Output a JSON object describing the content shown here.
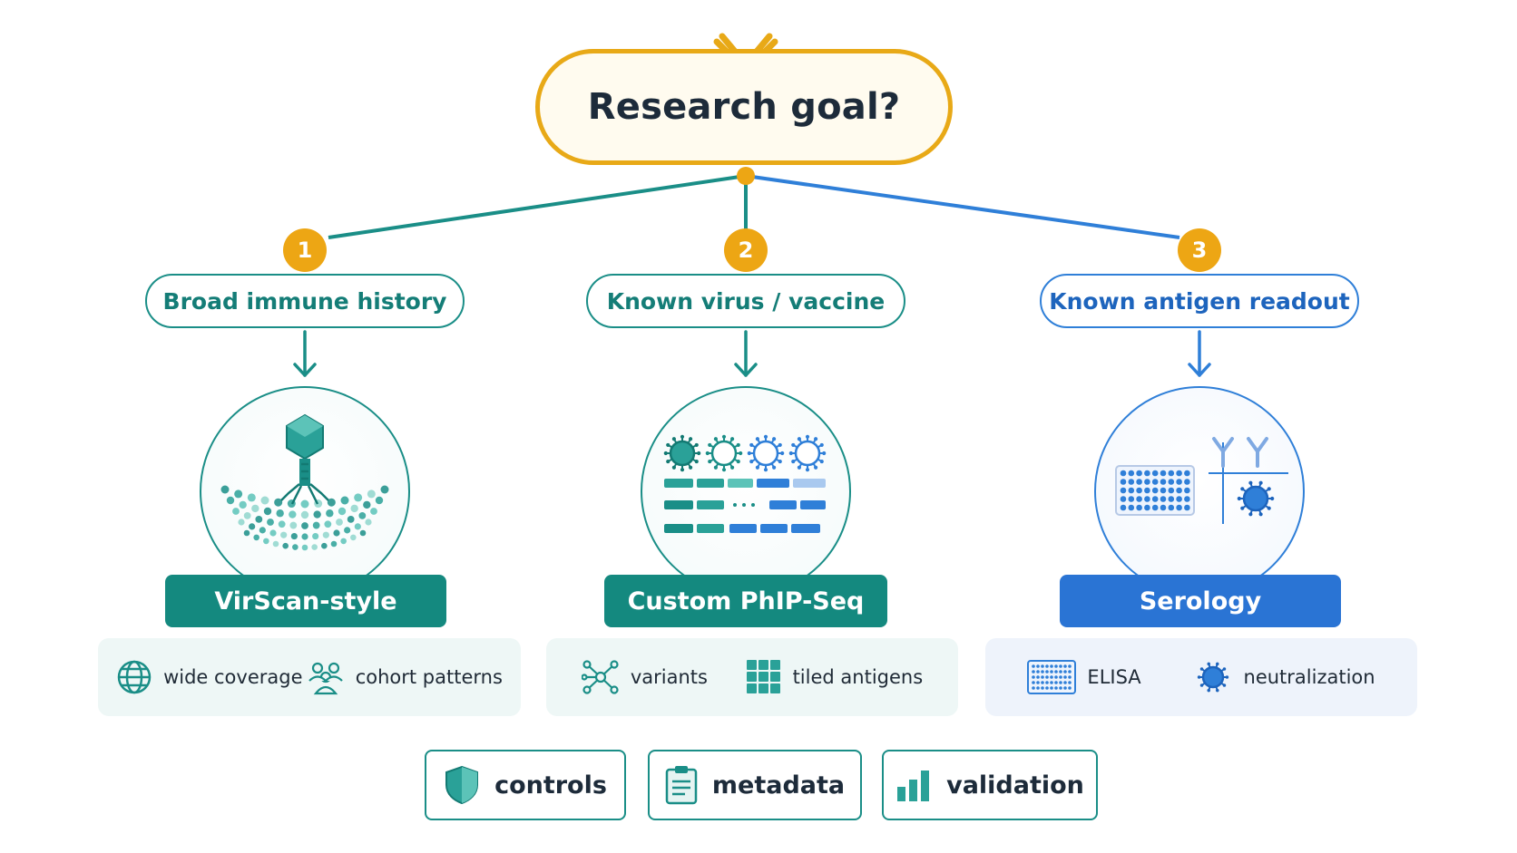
{
  "root": {
    "label": "Research goal?",
    "icon": "antibody-icon",
    "color": "#e8a917"
  },
  "branches": [
    {
      "step": "1",
      "goal": "Broad immune history",
      "illustration": "phage-icon",
      "method": "VirScan-style",
      "features": [
        {
          "icon": "globe-icon",
          "label": "wide coverage"
        },
        {
          "icon": "people-group-icon",
          "label": "cohort patterns"
        }
      ],
      "color": "#1a8e87"
    },
    {
      "step": "2",
      "goal": "Known virus / vaccine",
      "illustration": "virus-peptide-tiles-icon",
      "method": "Custom PhIP-Seq",
      "features": [
        {
          "icon": "network-icon",
          "label": "variants"
        },
        {
          "icon": "grid-tiles-icon",
          "label": "tiled antigens"
        }
      ],
      "color": "#1a8e87"
    },
    {
      "step": "3",
      "goal": "Known antigen readout",
      "illustration": "plate-antibody-virus-icon",
      "method": "Serology",
      "features": [
        {
          "icon": "plate-icon",
          "label": "ELISA"
        },
        {
          "icon": "virus-icon",
          "label": "neutralization"
        }
      ],
      "color": "#2f7fd8"
    }
  ],
  "footer": [
    {
      "icon": "shield-icon",
      "label": "controls"
    },
    {
      "icon": "clipboard-icon",
      "label": "metadata"
    },
    {
      "icon": "bar-chart-icon",
      "label": "validation"
    }
  ]
}
